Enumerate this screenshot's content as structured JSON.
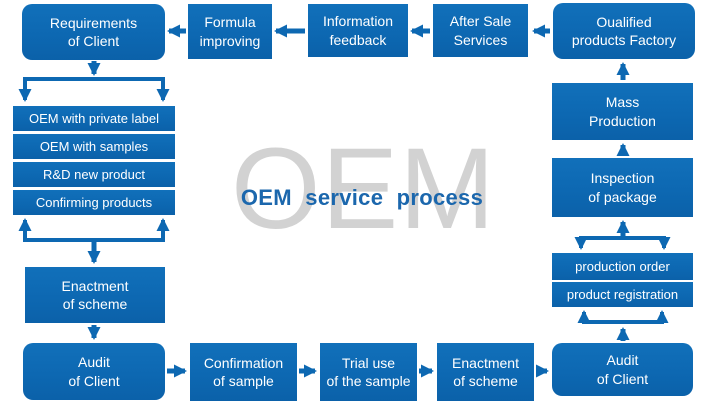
{
  "diagram": {
    "title": "OEM service process",
    "watermark": "OEM",
    "colors": {
      "box_blue": "#0d68b2",
      "box_blue_light": "#1170ba",
      "arrow_blue": "#0d68b2",
      "title_blue": "#1b67ad",
      "watermark_gray": "#d2d2d2",
      "box_text": "#ffffff"
    },
    "nodes": {
      "requirements": {
        "label": "Requirements\nof Client"
      },
      "formula": {
        "label": "Formula\nimproving"
      },
      "info_feedback": {
        "label": "Information\nfeedback"
      },
      "after_sale": {
        "label": "After Sale\nServices"
      },
      "qualified_factory": {
        "label": "Oualified\nproducts Factory"
      },
      "oem_private_label": {
        "label": "OEM with private label"
      },
      "oem_samples": {
        "label": "OEM with samples"
      },
      "rd_new_product": {
        "label": "R&D new product"
      },
      "confirming_products": {
        "label": "Confirming products"
      },
      "enactment_left": {
        "label": "Enactment\nof scheme"
      },
      "audit_left": {
        "label": "Audit\nof Client"
      },
      "confirmation_sample": {
        "label": "Confirmation\nof sample"
      },
      "trial_use": {
        "label": "Trial use\nof the sample"
      },
      "enactment_bottom": {
        "label": "Enactment\nof scheme"
      },
      "audit_right": {
        "label": "Audit\nof Client"
      },
      "product_registration": {
        "label": "product registration"
      },
      "production_order": {
        "label": "production order"
      },
      "inspection_package": {
        "label": "Inspection\nof package"
      },
      "mass_production": {
        "label": "Mass\nProduction"
      }
    },
    "edges": [
      {
        "from": "qualified_factory",
        "to": "after_sale"
      },
      {
        "from": "after_sale",
        "to": "info_feedback"
      },
      {
        "from": "info_feedback",
        "to": "formula"
      },
      {
        "from": "formula",
        "to": "requirements"
      },
      {
        "from": "requirements",
        "to": "oem_options_stack"
      },
      {
        "from": "oem_options_stack",
        "to": "enactment_left",
        "bidirectional": true
      },
      {
        "from": "enactment_left",
        "to": "audit_left"
      },
      {
        "from": "audit_left",
        "to": "confirmation_sample"
      },
      {
        "from": "confirmation_sample",
        "to": "trial_use"
      },
      {
        "from": "trial_use",
        "to": "enactment_bottom"
      },
      {
        "from": "enactment_bottom",
        "to": "audit_right"
      },
      {
        "from": "audit_right",
        "to": "product_registration"
      },
      {
        "from": "production_order",
        "to": "inspection_package",
        "bidirectional": true
      },
      {
        "from": "inspection_package",
        "to": "mass_production"
      },
      {
        "from": "mass_production",
        "to": "qualified_factory"
      }
    ]
  }
}
